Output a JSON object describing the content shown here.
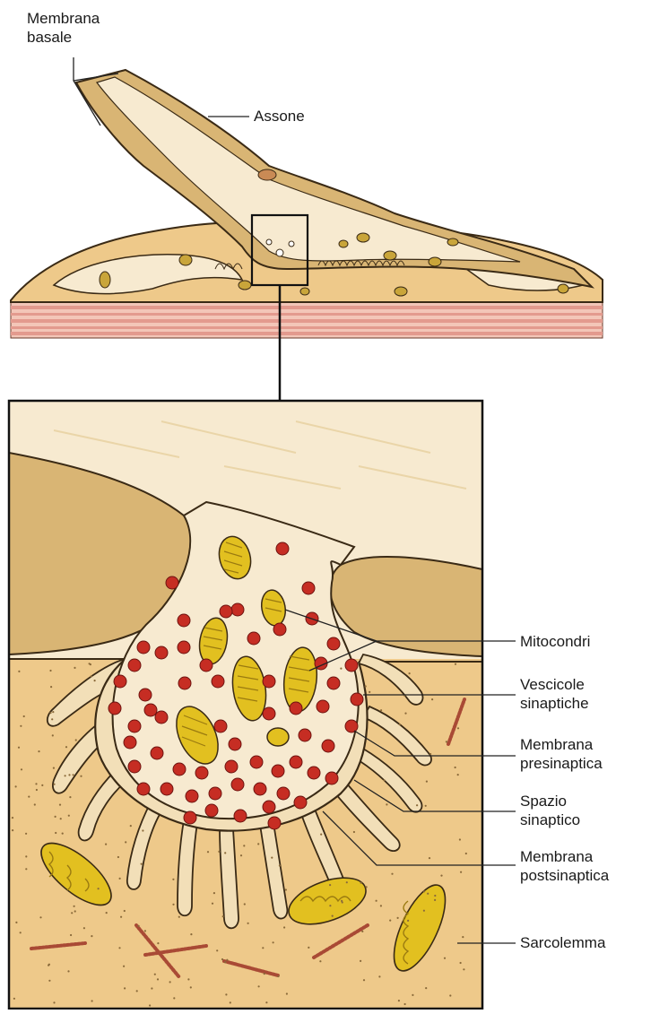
{
  "labels": {
    "membrana_basale": [
      "Membrana",
      "basale"
    ],
    "assone": "Assone",
    "mitocondri": "Mitocondri",
    "vescicole_sinaptiche": [
      "Vescicole",
      "sinaptiche"
    ],
    "membrana_presinaptica": [
      "Membrana",
      "presinaptica"
    ],
    "spazio_sinaptico": [
      "Spazio",
      "sinaptico"
    ],
    "membrana_postsinaptica": [
      "Membrana",
      "postsinaptica"
    ],
    "sarcolemma": "Sarcolemma"
  },
  "colors": {
    "axon_sheath": "#d9b574",
    "axon_core": "#f7ead0",
    "muscle_fiber": "#eec98a",
    "muscle_stripes": "#e39a8e",
    "mitochondria": "#e2c020",
    "vesicles": "#c62d23",
    "outline": "#3a2a15"
  }
}
